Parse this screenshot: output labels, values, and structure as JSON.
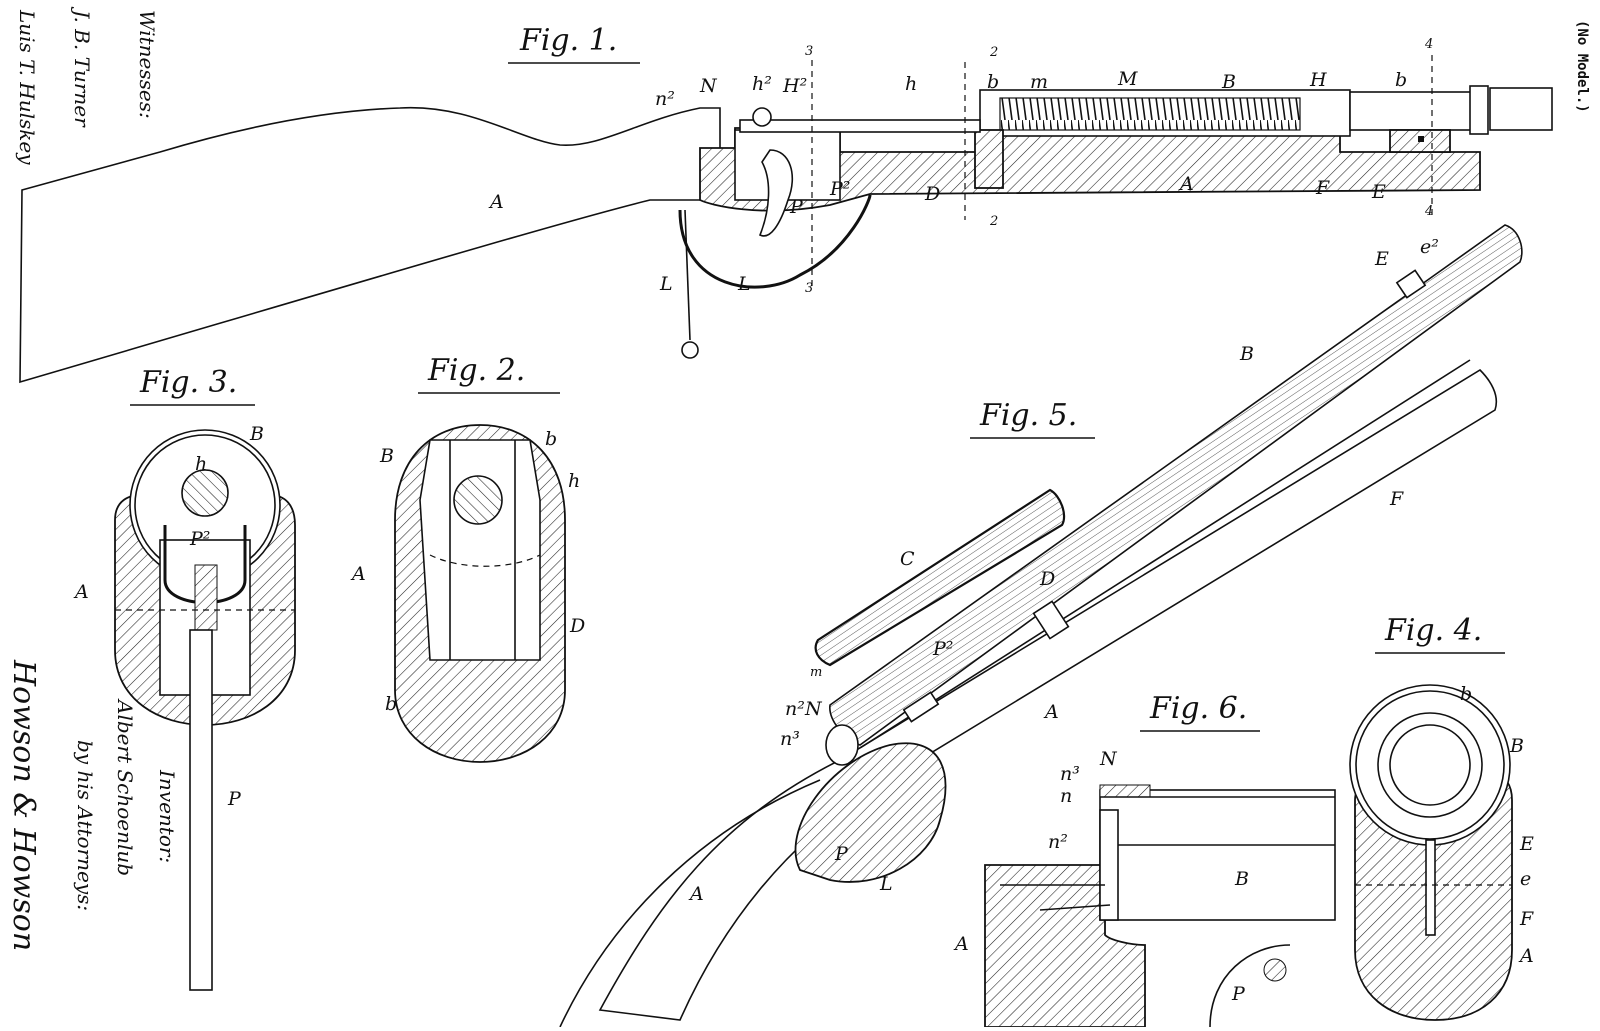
{
  "sheet": {
    "corner_note": "(No Model.)",
    "witnesses": {
      "heading": "Witnesses:",
      "signature_1": "J. B. Turner",
      "signature_2": "Luis T. Hulskey"
    },
    "inventor": {
      "heading": "Inventor:",
      "name": "Albert Schoenlub",
      "attorneys_line": "by his Attorneys:",
      "attorney_signature": "Howson & Howson"
    }
  },
  "figures": {
    "fig1": {
      "title": "Fig. 1.",
      "labels": [
        "n²",
        "N",
        "h²",
        "H²",
        "h",
        "b",
        "m",
        "M",
        "B",
        "H",
        "b",
        "A",
        "P²",
        "P",
        "D",
        "A",
        "F",
        "E",
        "L",
        "L",
        "2",
        "2",
        "3",
        "3",
        "4",
        "4"
      ]
    },
    "fig2": {
      "title": "Fig. 2.",
      "labels": [
        "B",
        "b",
        "h",
        "A",
        "D",
        "b"
      ]
    },
    "fig3": {
      "title": "Fig. 3.",
      "labels": [
        "B",
        "h",
        "P²",
        "A",
        "P"
      ]
    },
    "fig4": {
      "title": "Fig. 4.",
      "labels": [
        "b",
        "B",
        "E",
        "e",
        "F",
        "A"
      ]
    },
    "fig5": {
      "title": "Fig. 5.",
      "labels": [
        "E",
        "e²",
        "B",
        "F",
        "C",
        "m",
        "D",
        "P²",
        "n²",
        "N",
        "n³",
        "A",
        "P",
        "L",
        "A"
      ]
    },
    "fig6": {
      "title": "Fig. 6.",
      "labels": [
        "N",
        "n³",
        "n",
        "n²",
        "B",
        "A",
        "P"
      ]
    }
  }
}
